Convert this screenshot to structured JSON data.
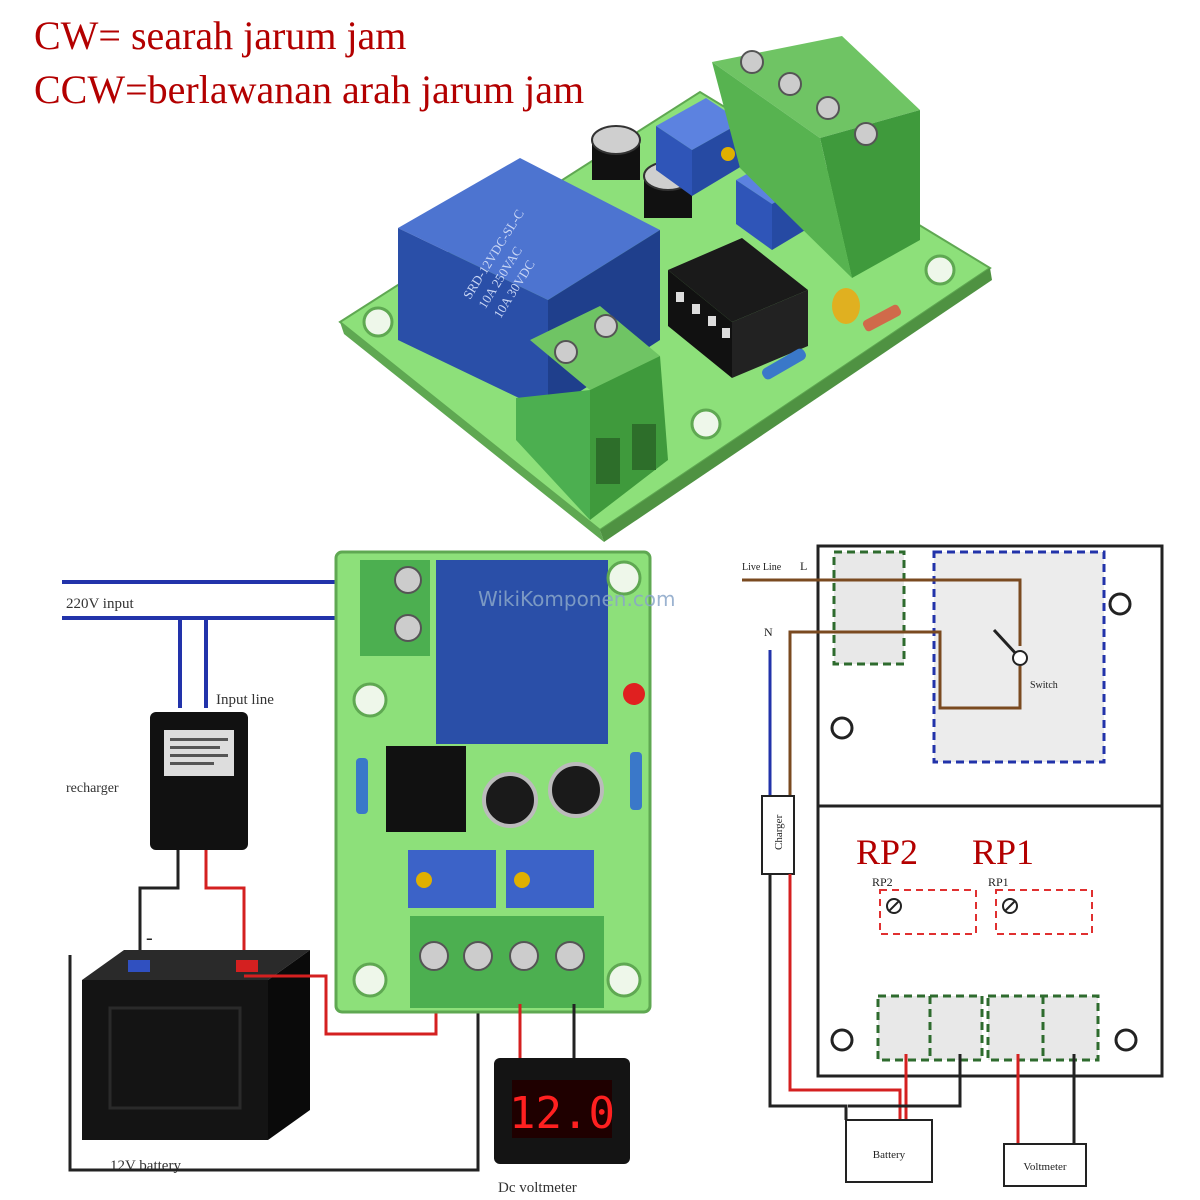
{
  "header": {
    "line1": "CW= searah jarum jam",
    "line2": "CCW=berlawanan arah jarum jam"
  },
  "module_photo": {
    "relay_text": [
      "SRD-12VDC-SL-C",
      "10A 250VAC",
      "10A 30VDC"
    ]
  },
  "wiring_photo": {
    "input_label": "220V input",
    "input_line_label": "Input line",
    "recharger_label": "recharger",
    "battery_label": "12V battery",
    "voltmeter_label": "Dc voltmeter",
    "voltmeter_reading": "12.0",
    "watermark": "WikiKomponen.com",
    "minus": "-",
    "plus": "+"
  },
  "schematic": {
    "live_line": "Live Line",
    "live_letter": "L",
    "neutral_letter": "N",
    "switch_label": "Switch",
    "charger_label": "Charger",
    "rp2_big": "RP2",
    "rp1_big": "RP1",
    "rp2_small": "RP2",
    "rp1_small": "RP1",
    "battery_label": "Battery",
    "voltmeter_label": "Voltmeter"
  },
  "colors": {
    "annotation_red": "#b30000",
    "pcb_green": "#7fd66a",
    "terminal_green": "#4caf50",
    "relay_blue": "#2a4fa8",
    "wire_blue": "#2233aa",
    "wire_red": "#d42020",
    "dash_green": "#2e6b2e",
    "dash_blue": "#2233aa",
    "dash_red": "#e03030"
  }
}
